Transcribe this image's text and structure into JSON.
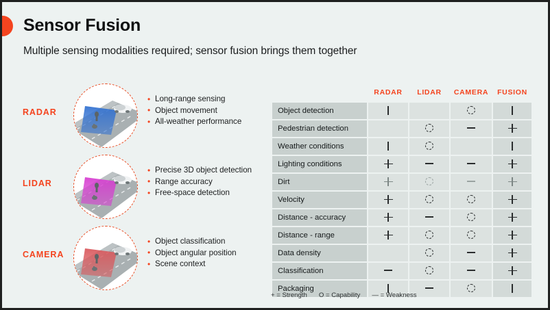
{
  "header": {
    "title": "Sensor Fusion",
    "subtitle": "Multiple sensing modalities required; sensor fusion brings them together",
    "accent_color": "#f4441f"
  },
  "modalities": [
    {
      "label": "RADAR",
      "cone_color": "#2f6fd0",
      "bullets": [
        "Long-range sensing",
        "Object movement",
        "All-weather performance"
      ]
    },
    {
      "label": "LIDAR",
      "cone_color": "#d63bd0",
      "bullets": [
        "Precise 3D object detection",
        "Range accuracy",
        "Free-space detection"
      ]
    },
    {
      "label": "CAMERA",
      "cone_color": "#d9565a",
      "bullets": [
        "Object classification",
        "Object angular position",
        "Scene context"
      ]
    }
  ],
  "matrix": {
    "columns": [
      "RADAR",
      "LIDAR",
      "CAMERA",
      "FUSION"
    ],
    "rows": [
      {
        "label": "Object detection",
        "values": [
          "bar",
          "none",
          "circle",
          "bar"
        ]
      },
      {
        "label": "Pedestrian detection",
        "values": [
          "none",
          "circle",
          "dash",
          "plus"
        ]
      },
      {
        "label": "Weather conditions",
        "values": [
          "bar",
          "circle",
          "none",
          "bar"
        ]
      },
      {
        "label": "Lighting conditions",
        "values": [
          "plus",
          "dash",
          "dash",
          "plus"
        ]
      },
      {
        "label": "Dirt",
        "values": [
          "plus",
          "circle",
          "dash",
          "plus"
        ],
        "faded": true
      },
      {
        "label": "Velocity",
        "values": [
          "plus",
          "circle",
          "circle",
          "plus"
        ]
      },
      {
        "label": "Distance - accuracy",
        "values": [
          "plus",
          "dash",
          "circle",
          "plus"
        ]
      },
      {
        "label": "Distance - range",
        "values": [
          "plus",
          "circle",
          "circle",
          "plus"
        ]
      },
      {
        "label": "Data density",
        "values": [
          "none",
          "circle",
          "dash",
          "plus"
        ]
      },
      {
        "label": "Classification",
        "values": [
          "dash",
          "circle",
          "dash",
          "plus"
        ]
      },
      {
        "label": "Packaging",
        "values": [
          "bar",
          "dash",
          "circle",
          "bar"
        ]
      }
    ]
  },
  "legend": [
    "+ = Strength",
    "O = Capability",
    "— = Weakness"
  ]
}
